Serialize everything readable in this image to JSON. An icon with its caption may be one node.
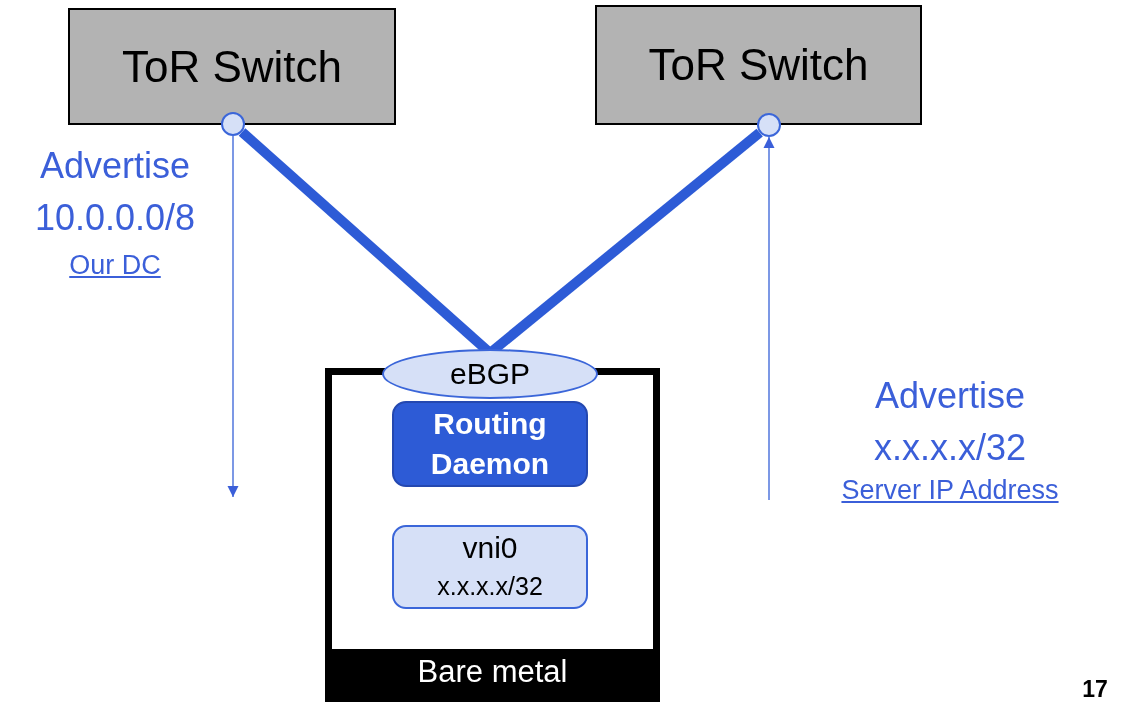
{
  "diagram": {
    "nodes": [
      {
        "text": [
          "ToR Switch"
        ]
      },
      {
        "text": [
          "ToR Switch"
        ]
      },
      {
        "text": [],
        "shape": "circle"
      },
      {
        "text": [],
        "shape": "circle"
      },
      {
        "text": [
          "Bare metal"
        ]
      },
      {
        "text": [
          "eBGP"
        ]
      },
      {
        "text": [
          "Routing Daemon"
        ],
        "in": 4
      },
      {
        "text": [
          "vni0",
          "x.x.x.x/32"
        ],
        "in": 4
      }
    ],
    "edges": [
      {
        "from": 2,
        "to": 5,
        "arrow": "none",
        "style": "thick"
      },
      {
        "from": 3,
        "to": 5,
        "arrow": "none",
        "style": "thick"
      },
      {
        "from": 2,
        "to": null,
        "arrow": "to"
      },
      {
        "from": null,
        "to": 3,
        "arrow": "to"
      }
    ],
    "labels": [
      "Advertise",
      "10.0.0.0/8",
      "Our DC",
      "Advertise",
      "x.x.x.x/32",
      "Server IP Address",
      "17"
    ]
  }
}
